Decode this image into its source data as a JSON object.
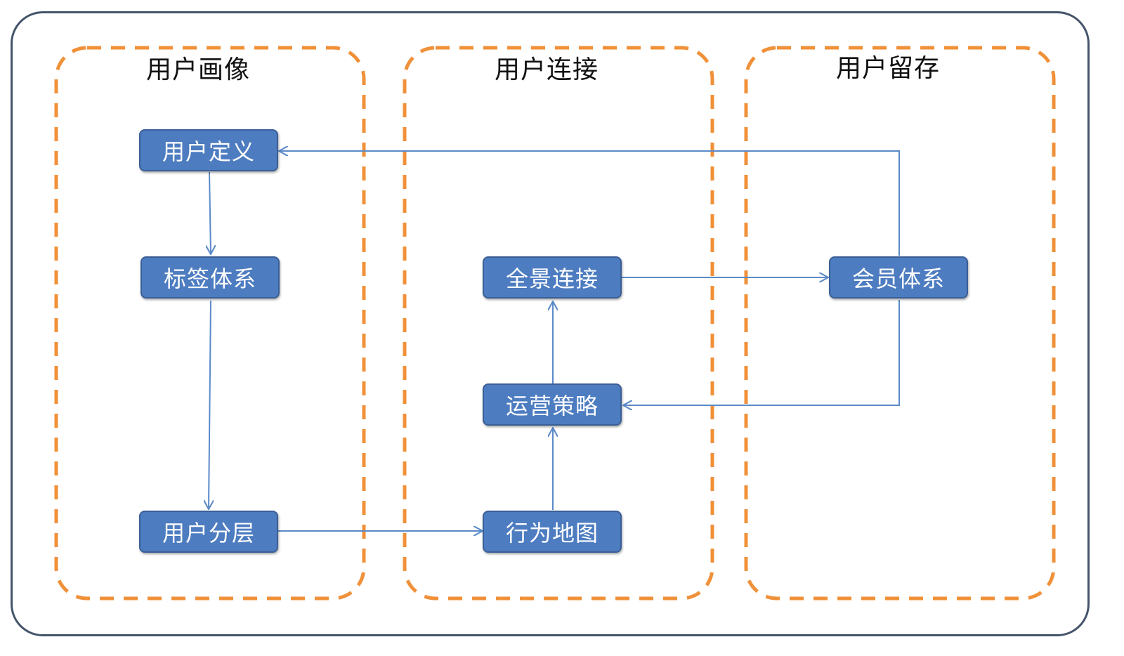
{
  "groups": {
    "portrait": {
      "title": "用户画像"
    },
    "connection": {
      "title": "用户连接"
    },
    "retention": {
      "title": "用户留存"
    }
  },
  "nodes": {
    "user_definition": "用户定义",
    "tag_system": "标签体系",
    "user_segmentation": "用户分层",
    "full_connection": "全景连接",
    "operation_strategy": "运营策略",
    "behavior_map": "行为地图",
    "membership_system": "会员体系"
  },
  "colors": {
    "node_fill": "#4d7cc0",
    "node_border": "#3a5f96",
    "group_border": "#f0913a",
    "frame_border": "#44546a",
    "connector": "#5b8ac8"
  }
}
